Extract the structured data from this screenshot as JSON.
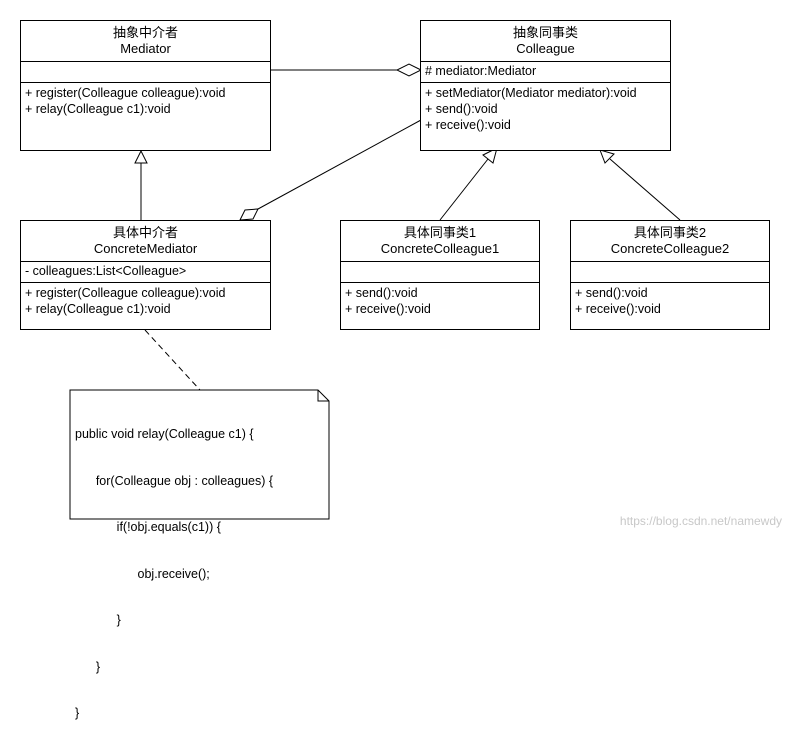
{
  "classes": {
    "mediator": {
      "cn": "抽象中介者",
      "name": "Mediator",
      "attributes": [],
      "operations": [
        "+ register(Colleague colleague):void",
        "+ relay(Colleague c1):void"
      ]
    },
    "colleague": {
      "cn": "抽象同事类",
      "name": "Colleague",
      "attributes": [
        "# mediator:Mediator"
      ],
      "operations": [
        "+ setMediator(Mediator mediator):void",
        "+ send():void",
        "+ receive():void"
      ]
    },
    "concrete_mediator": {
      "cn": "具体中介者",
      "name": "ConcreteMediator",
      "attributes": [
        "- colleagues:List<Colleague>"
      ],
      "operations": [
        "+ register(Colleague colleague):void",
        "+ relay(Colleague c1):void"
      ]
    },
    "concrete_colleague1": {
      "cn": "具体同事类1",
      "name": "ConcreteColleague1",
      "attributes": [],
      "operations": [
        "+ send():void",
        "+ receive():void"
      ]
    },
    "concrete_colleague2": {
      "cn": "具体同事类2",
      "name": "ConcreteColleague2",
      "attributes": [],
      "operations": [
        "+ send():void",
        "+ receive():void"
      ]
    }
  },
  "note": {
    "lines": [
      "public void relay(Colleague c1) {",
      "      for(Colleague obj : colleagues) {",
      "            if(!obj.equals(c1)) {",
      "                  obj.receive();",
      "            }",
      "      }",
      "}"
    ]
  },
  "watermark": "https://blog.csdn.net/namewdy"
}
